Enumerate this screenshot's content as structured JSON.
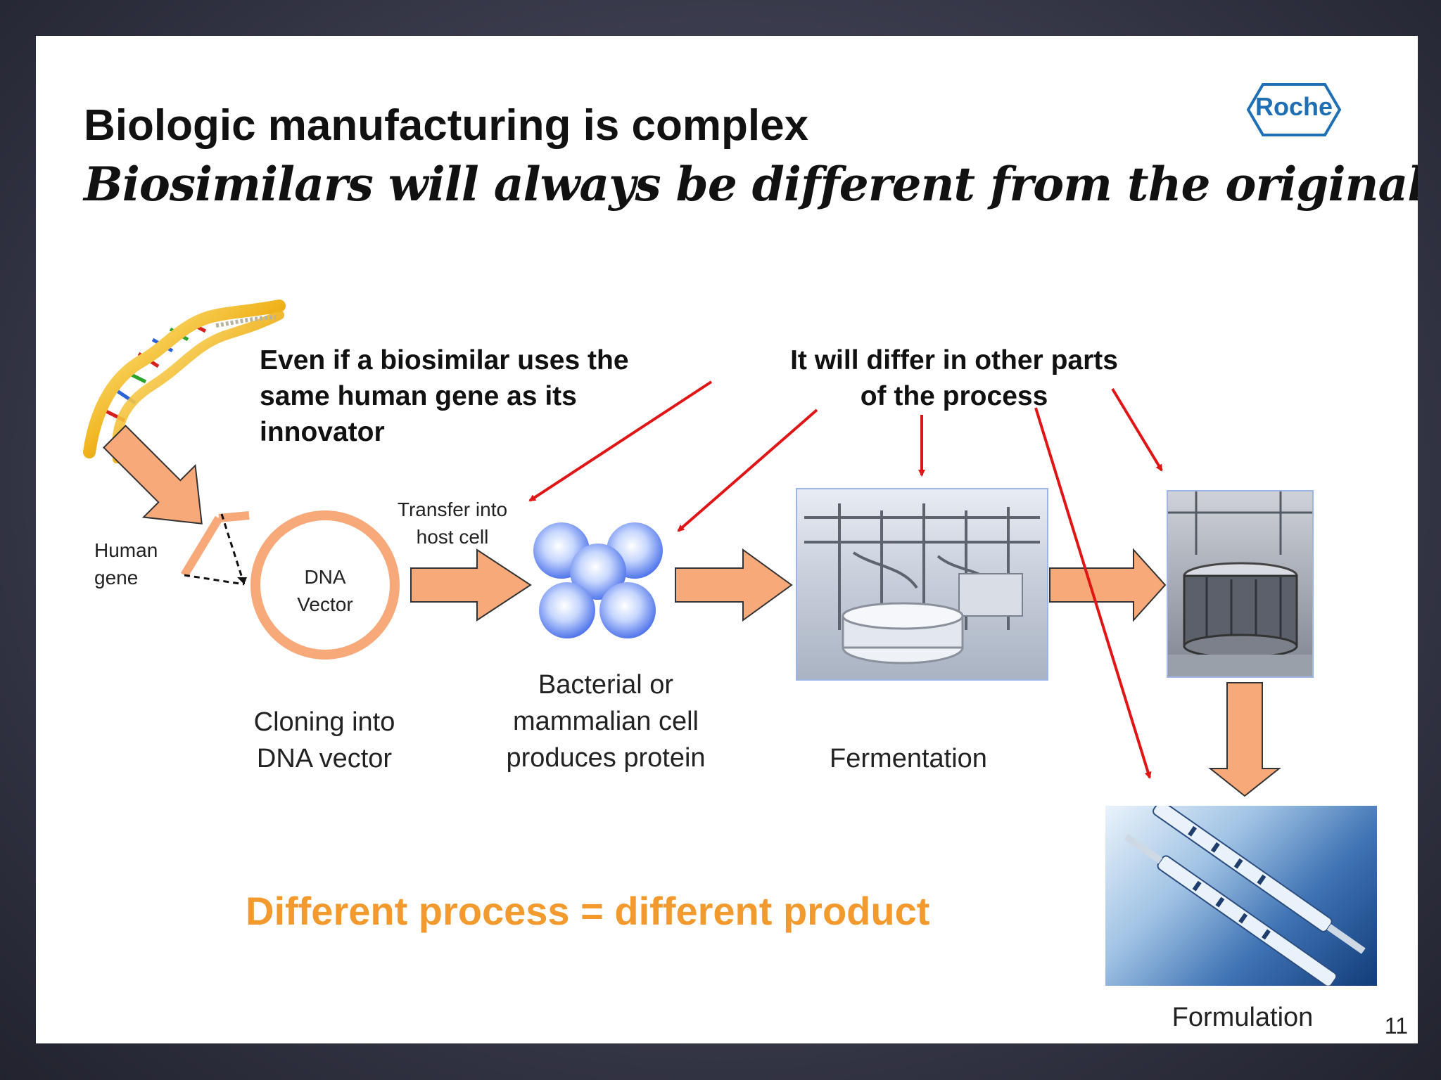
{
  "slide": {
    "title": "Biologic manufacturing is complex",
    "subtitle": "Biosimilars will always be different from the original",
    "logo_text": "Roche",
    "page_number": "11"
  },
  "callouts": {
    "same_gene": [
      "Even if a biosimilar uses the",
      "same human gene as its",
      "innovator"
    ],
    "differ": [
      "It will differ in other parts",
      "of the process"
    ]
  },
  "diagram": {
    "human_gene": [
      "Human",
      "gene"
    ],
    "dna_vector": [
      "DNA",
      "Vector"
    ],
    "cloning": [
      "Cloning into",
      "DNA vector"
    ],
    "transfer": [
      "Transfer into",
      "host cell"
    ],
    "cell": [
      "Bacterial or",
      "mammalian cell",
      "produces protein"
    ],
    "fermentation": "Fermentation",
    "formulation": "Formulation"
  },
  "tagline": "Different process = different product",
  "colors": {
    "arrow_fill": "#f7a97a",
    "arrow_stroke": "#333333",
    "red_pointer": "#e01515",
    "tagline": "#f39a2e",
    "logo": "#1e6fb4",
    "cell_blue": "#5e86f2"
  }
}
